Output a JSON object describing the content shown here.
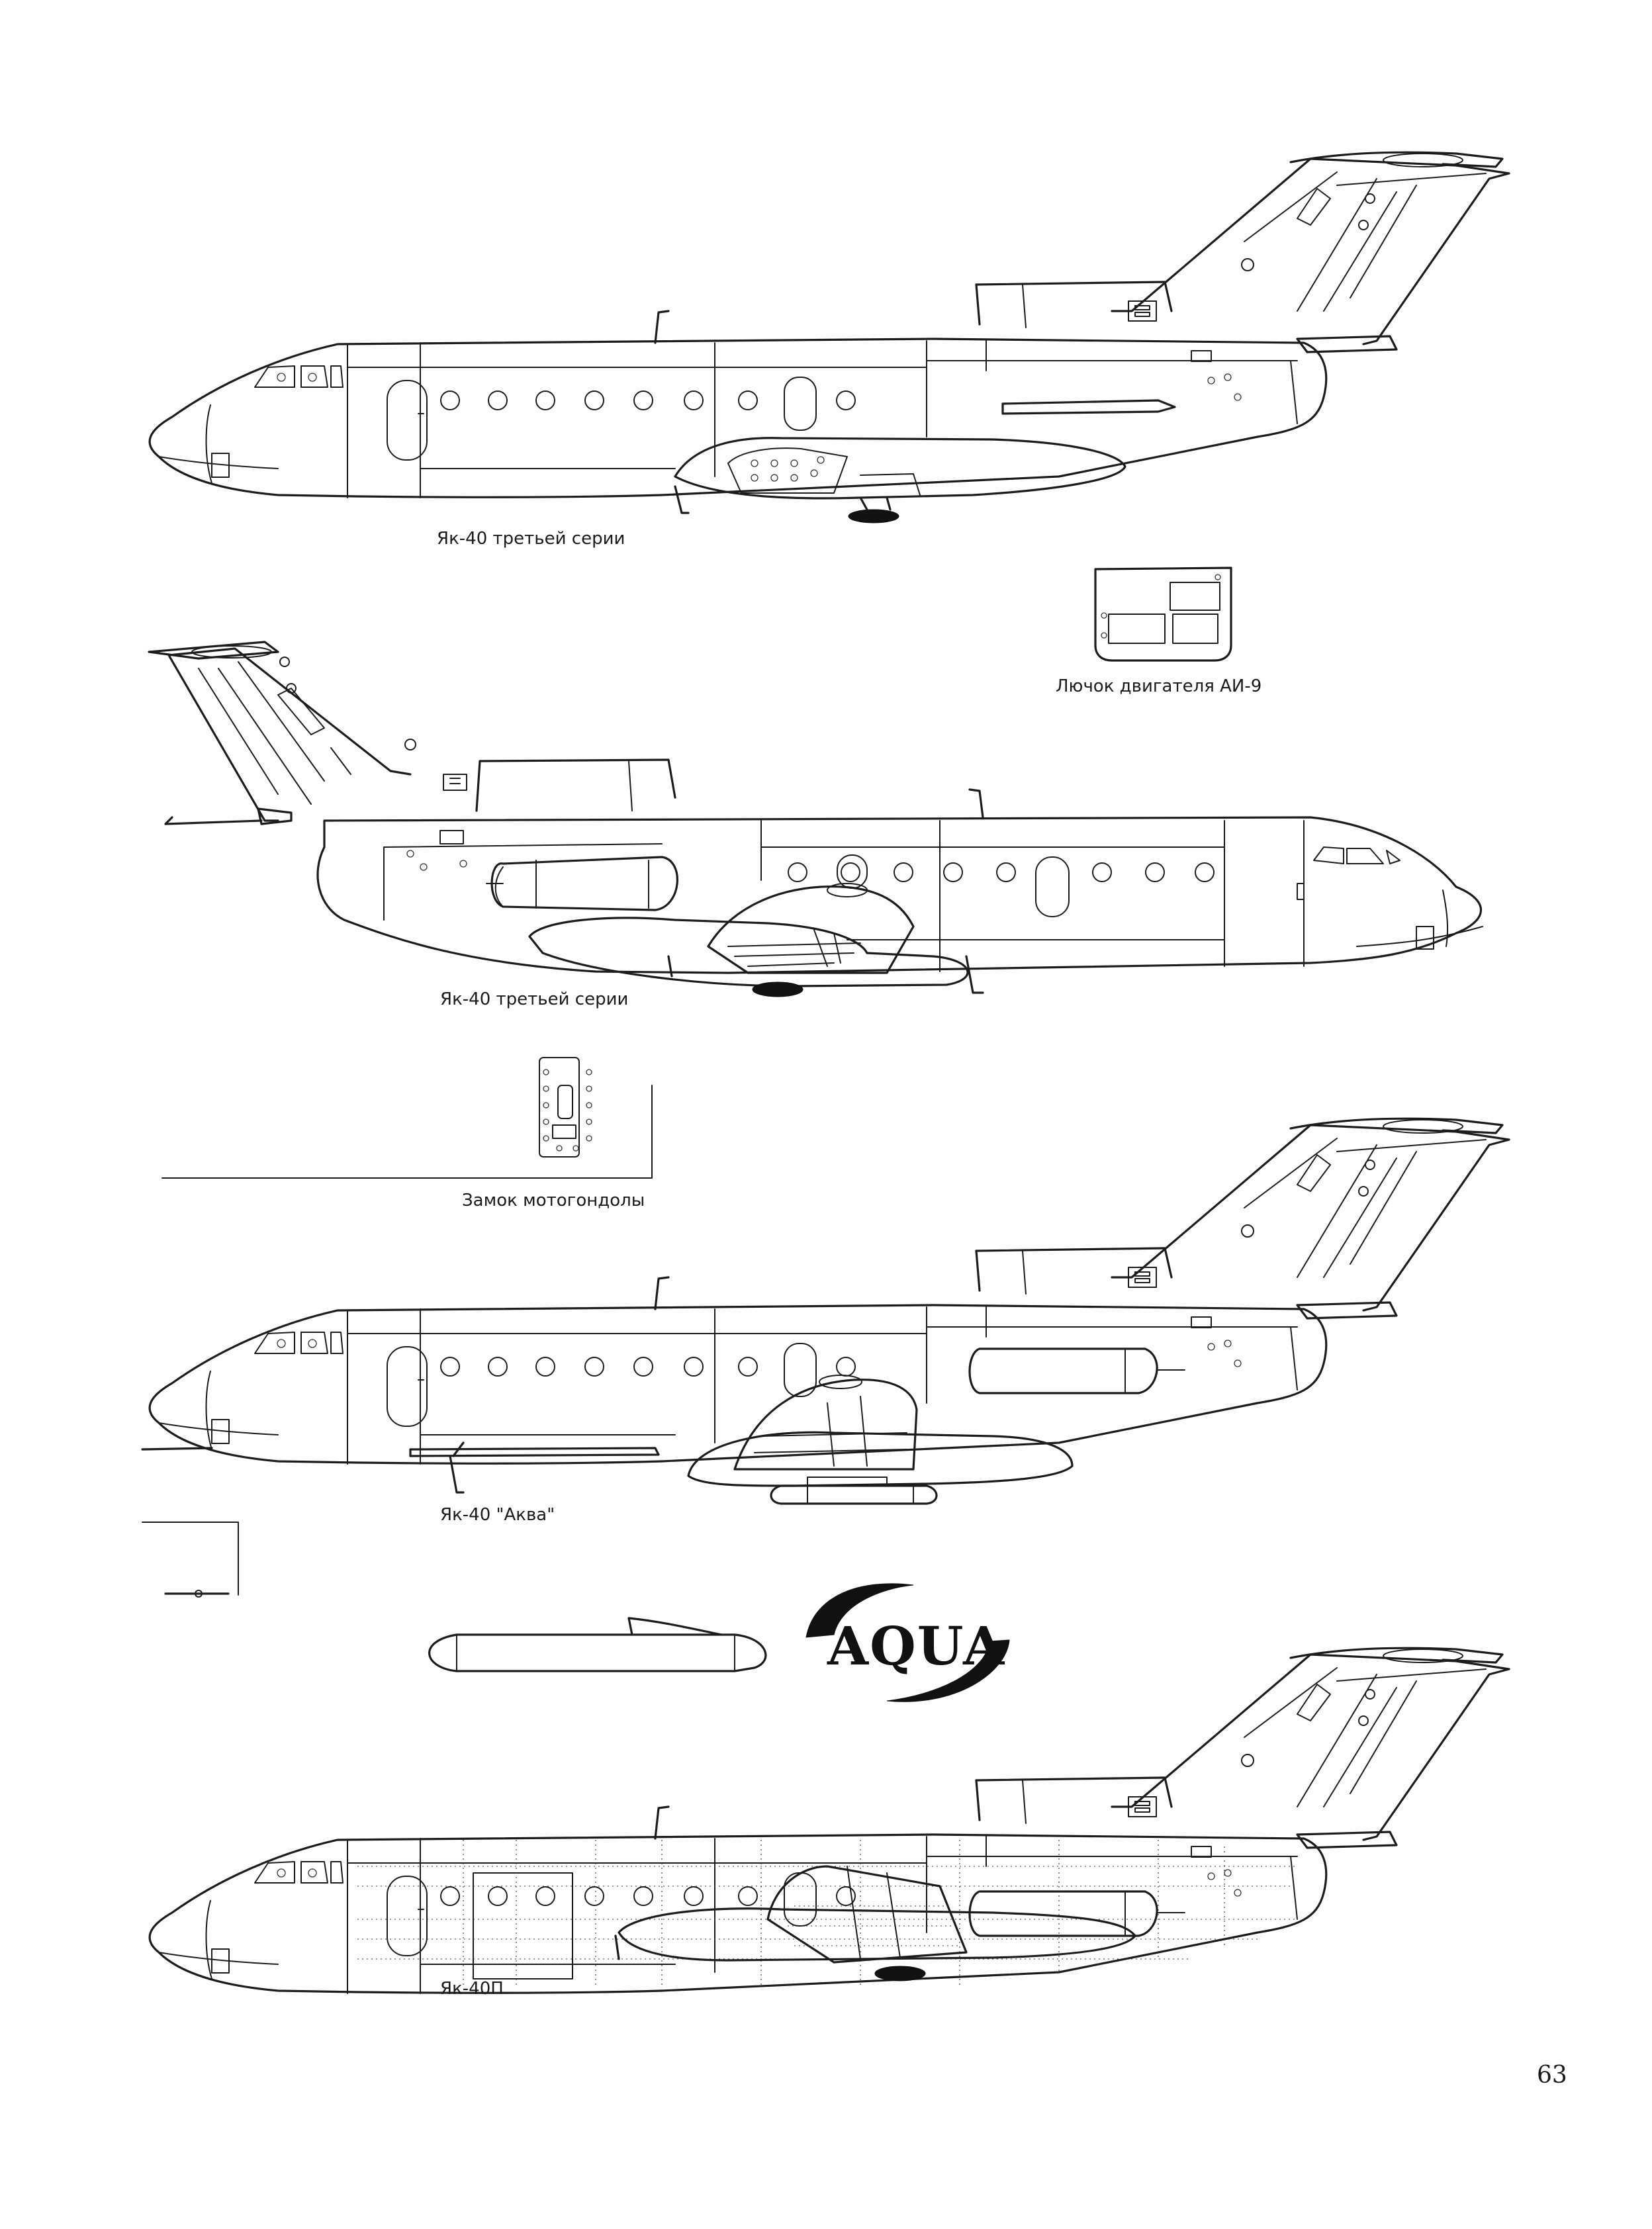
{
  "labels": {
    "aircraft_1": "Як-40 третьей серии",
    "engine_hatch": "Лючок двигателя АИ-9",
    "aircraft_2": "Як-40 третьей серии",
    "nacelle_lock": "Замок мотогондолы",
    "aircraft_3": "Як-40 \"Аква\"",
    "aircraft_4": "Як-40П"
  },
  "logo": {
    "text": "AQUA"
  },
  "page_number": "63"
}
